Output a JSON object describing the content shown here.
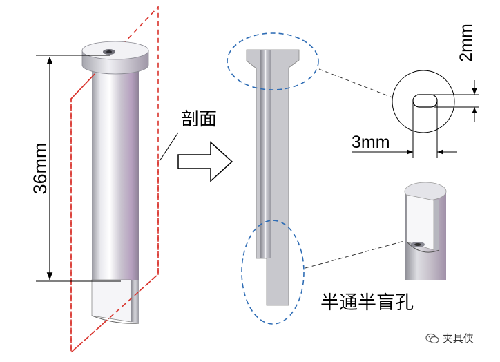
{
  "labels": {
    "length": "36mm",
    "section": "剖面",
    "depth": "2mm",
    "diameter": "3mm",
    "hole_type": "半通半盲孔"
  },
  "watermark": {
    "text": "夹具侠"
  },
  "colors": {
    "section_plane": "#d9322b",
    "callout_circle": "#2f6db5",
    "metal_light": "#f3f3f7",
    "metal_dark": "#8e8e98",
    "metal_purple": "#b79fbf"
  }
}
